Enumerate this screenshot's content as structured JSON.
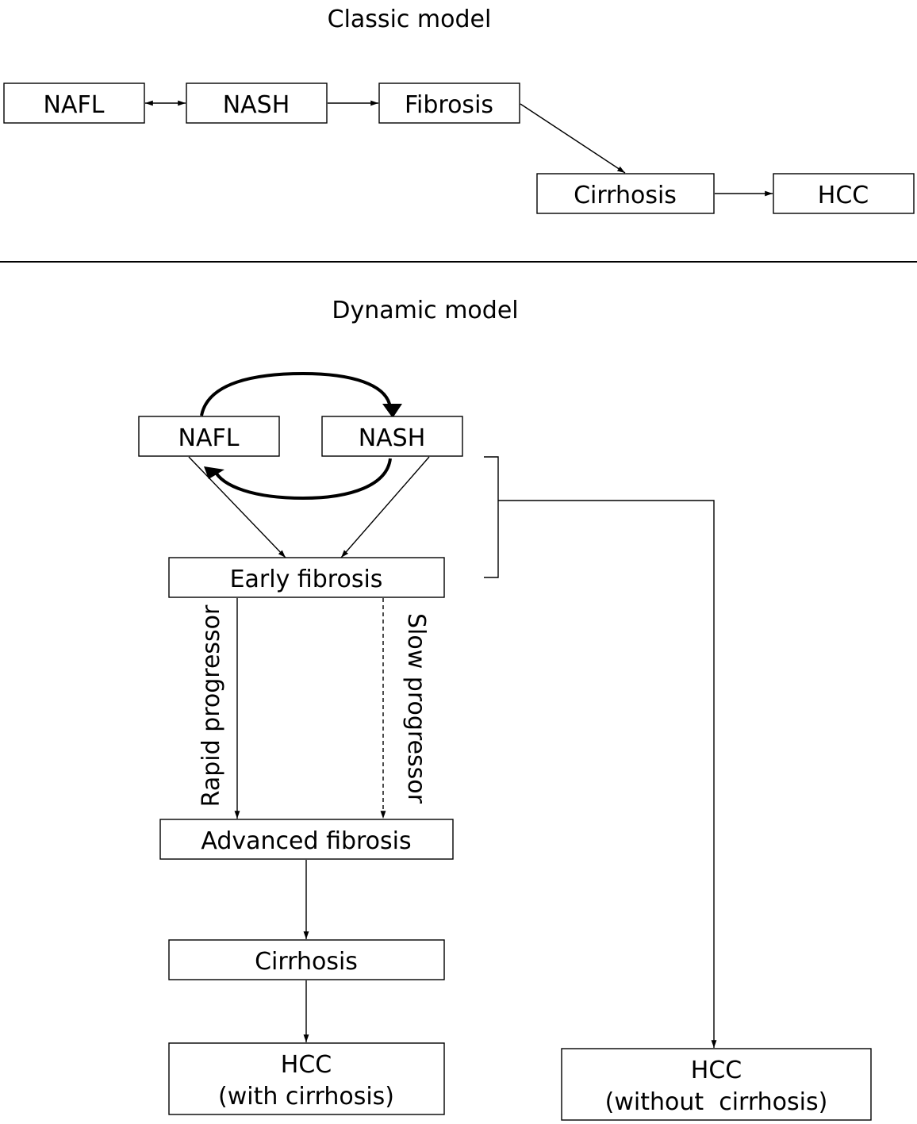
{
  "classic": {
    "title": "Classic model",
    "nafl": "NAFL",
    "nash": "NASH",
    "fibrosis": "Fibrosis",
    "cirrhosis": "Cirrhosis",
    "hcc": "HCC"
  },
  "dynamic": {
    "title": "Dynamic model",
    "nafl": "NAFL",
    "nash": "NASH",
    "early_fibrosis": "Early fibrosis",
    "rapid_label": "Rapid progressor",
    "slow_label": "Slow progressor",
    "advanced_fibrosis": "Advanced fibrosis",
    "cirrhosis": "Cirrhosis",
    "hcc_with_line1": "HCC",
    "hcc_with_line2": "(with cirrhosis)",
    "hcc_without_line1": "HCC",
    "hcc_without_line2": "(without  cirrhosis)"
  }
}
